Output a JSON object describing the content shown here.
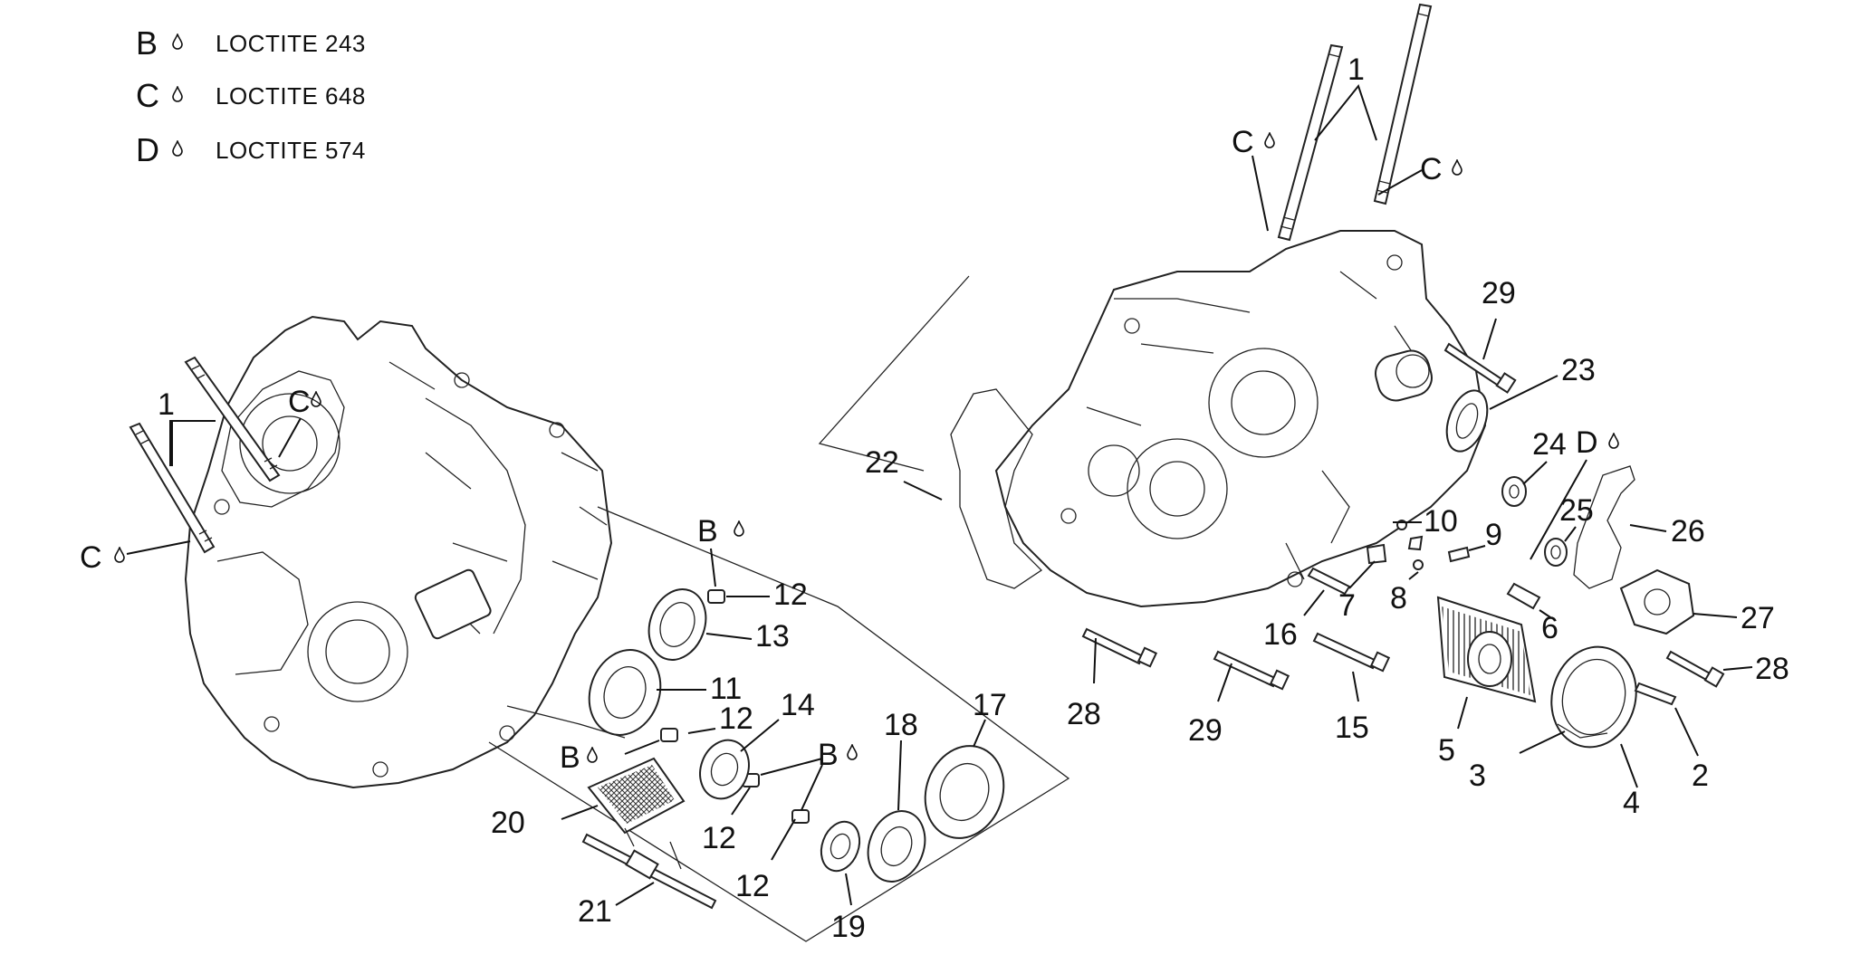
{
  "legend": [
    {
      "letter": "B",
      "text": "LOCTITE 243"
    },
    {
      "letter": "C",
      "text": "LOCTITE 648"
    },
    {
      "letter": "D",
      "text": "LOCTITE 574"
    }
  ],
  "callouts": {
    "c1a": "1",
    "c1b": "1",
    "c2": "2",
    "c3": "3",
    "c4": "4",
    "c5": "5",
    "c6": "6",
    "c7": "7",
    "c8": "8",
    "c9": "9",
    "c10": "10",
    "c11": "11",
    "c12a": "12",
    "c12b": "12",
    "c12c": "12",
    "c12d": "12",
    "c13": "13",
    "c14": "14",
    "c15": "15",
    "c16": "16",
    "c17": "17",
    "c18": "18",
    "c19": "19",
    "c20": "20",
    "c21": "21",
    "c22": "22",
    "c23": "23",
    "c24": "24",
    "c25": "25",
    "c26": "26",
    "c27": "27",
    "c28a": "28",
    "c28b": "28",
    "c29a": "29",
    "c29b": "29"
  },
  "loctite_marks": {
    "left_c_top": "C",
    "left_c_side": "C",
    "left_b1": "B",
    "left_b2": "B",
    "left_b3": "B",
    "right_c1": "C",
    "right_c2": "C",
    "right_d": "D"
  },
  "icons": {
    "drop": "droplet-icon"
  }
}
